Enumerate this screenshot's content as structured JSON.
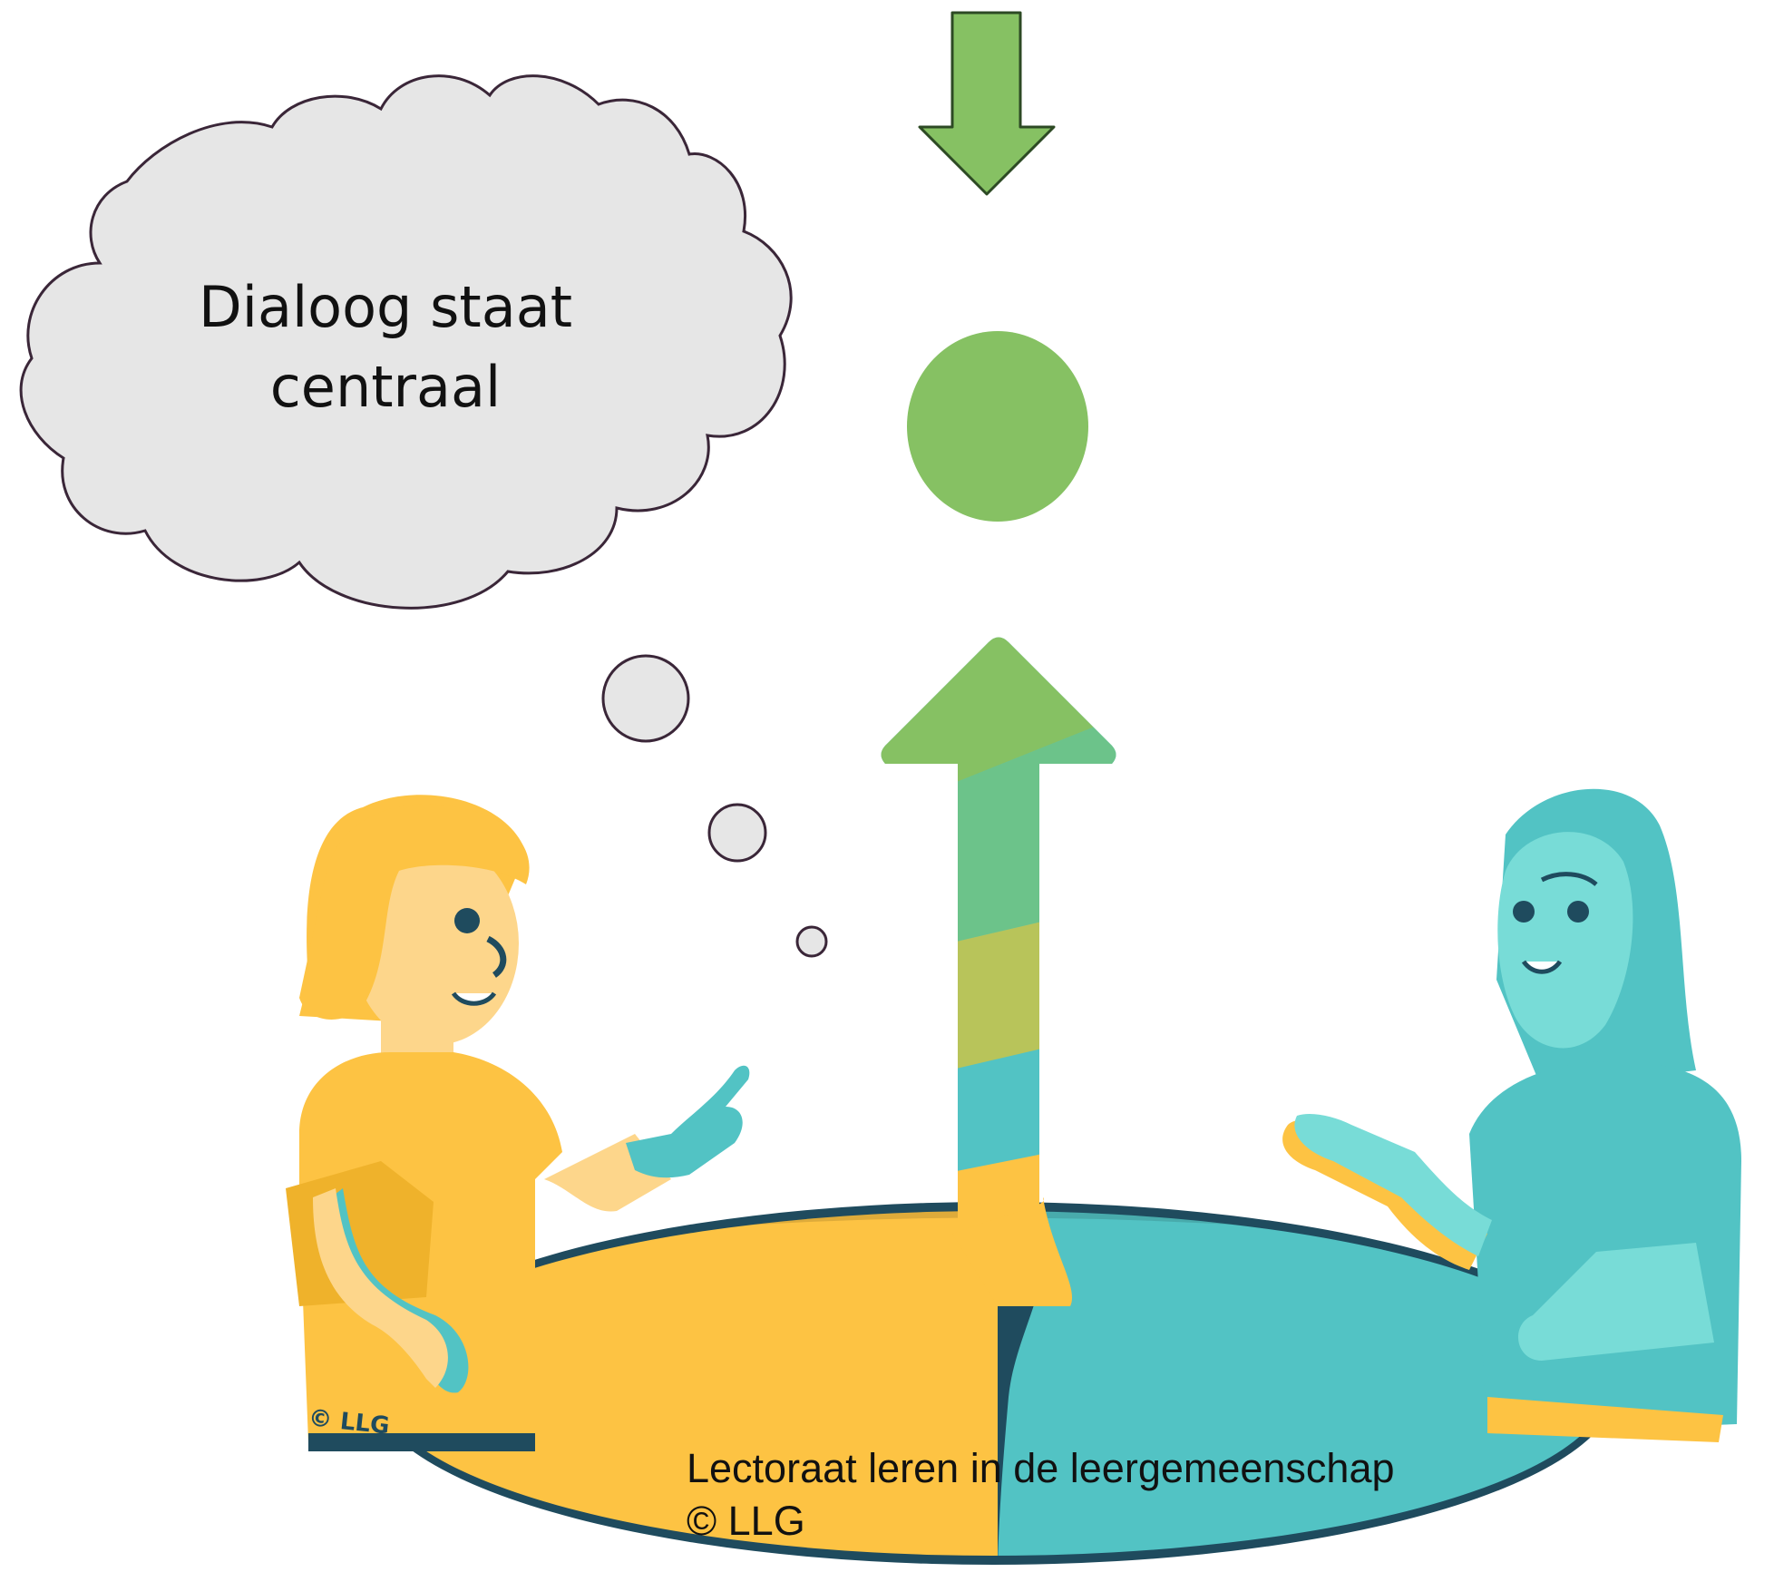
{
  "cloud": {
    "line1": "Dialoog staat",
    "line2": "centraal"
  },
  "footer": {
    "line1": "Lectoraat leren in de leergemeenschap",
    "line2": "© LLG"
  },
  "stamp": {
    "text": "© LLG"
  },
  "colors": {
    "green": "#86c163",
    "yellow": "#fdc343",
    "teal": "#52c3c4",
    "light_teal": "#78dcd7",
    "skin": "#fdd68b",
    "cloud_fill": "#e6e6e6",
    "cloud_stroke": "#3a2638",
    "table_rim": "#1f4b5e"
  },
  "icons": [
    "down-arrow-icon",
    "up-arrow-icon",
    "thought-cloud",
    "green-dot"
  ]
}
